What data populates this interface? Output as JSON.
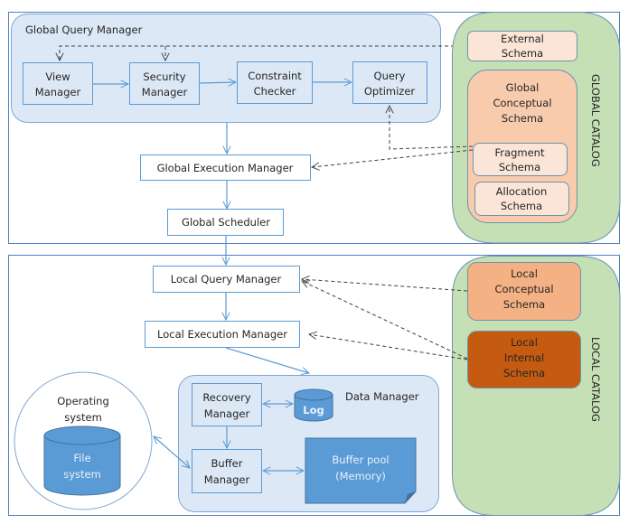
{
  "global_section": {
    "query_manager": {
      "title": "Global Query Manager",
      "components": [
        {
          "line1": "View",
          "line2": "Manager"
        },
        {
          "line1": "Security",
          "line2": "Manager"
        },
        {
          "line1": "Constraint",
          "line2": "Checker"
        },
        {
          "line1": "Query",
          "line2": "Optimizer"
        }
      ]
    },
    "execution_manager": "Global Execution Manager",
    "scheduler": "Global Scheduler",
    "catalog": {
      "title": "GLOBAL CATALOG",
      "external_schema": {
        "line1": "External",
        "line2": "Schema"
      },
      "conceptual_schema": {
        "line1": "Global",
        "line2": "Conceptual",
        "line3": "Schema"
      },
      "fragment_schema": {
        "line1": "Fragment",
        "line2": "Schema"
      },
      "allocation_schema": {
        "line1": "Allocation",
        "line2": "Schema"
      }
    }
  },
  "local_section": {
    "query_manager": "Local Query Manager",
    "execution_manager": "Local Execution Manager",
    "data_manager": {
      "title": "Data Manager",
      "recovery_manager": {
        "line1": "Recovery",
        "line2": "Manager"
      },
      "log": "Log",
      "buffer_manager": {
        "line1": "Buffer",
        "line2": "Manager"
      },
      "buffer_pool": {
        "line1": "Buffer pool",
        "line2": "(Memory)"
      }
    },
    "operating_system": {
      "line1": "Operating",
      "line2": "system",
      "file_system": {
        "line1": "File",
        "line2": "system"
      }
    },
    "catalog": {
      "title": "LOCAL CATALOG",
      "conceptual_schema": {
        "line1": "Local",
        "line2": "Conceptual",
        "line3": "Schema"
      },
      "internal_schema": {
        "line1": "Local",
        "line2": "Internal",
        "line3": "Schema"
      }
    }
  },
  "colors": {
    "frame": "#4f81bd",
    "panel_blue": "#dce8f5",
    "box_border": "#5b9bd5",
    "catalog_green": "#c5e0b4",
    "schema_light": "#fbe5d6",
    "schema_mid": "#f4b183",
    "schema_peach": "#f8cbad",
    "schema_dark": "#c55a11",
    "storage_blue": "#5b9bd5"
  }
}
